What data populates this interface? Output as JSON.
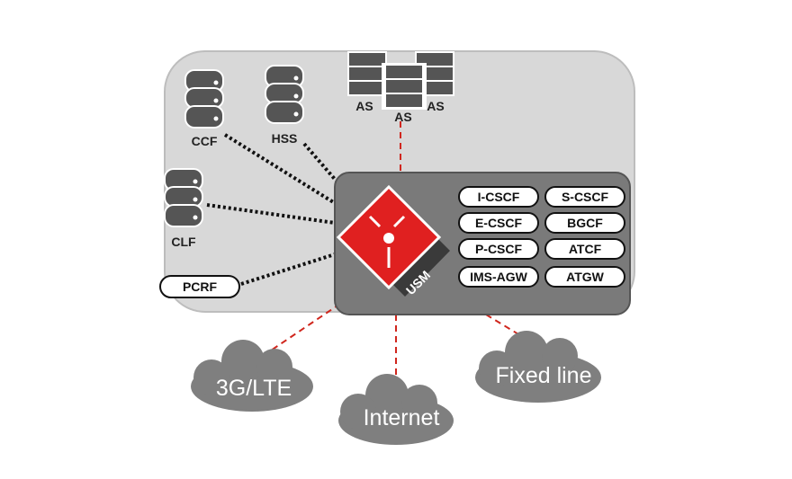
{
  "nodes": {
    "ccf": "CCF",
    "hss": "HSS",
    "clf": "CLF",
    "pcrf": "PCRF",
    "as": [
      "AS",
      "AS",
      "AS"
    ],
    "usm": "USM"
  },
  "functions": [
    "I-CSCF",
    "S-CSCF",
    "E-CSCF",
    "BGCF",
    "P-CSCF",
    "ATCF",
    "IMS-AGW",
    "ATGW"
  ],
  "networks": [
    "3G/LTE",
    "Internet",
    "Fixed line"
  ],
  "colors": {
    "accent": "#e02020",
    "panel": "#7a7a7a",
    "core": "#d8d8d8",
    "cloud": "#7f7f7f"
  }
}
